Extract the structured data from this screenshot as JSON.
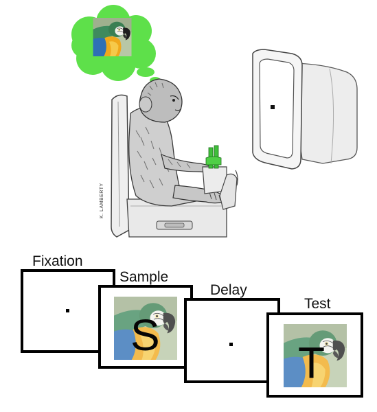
{
  "illustration": {
    "artist_signature": "K. LAMBERTY",
    "thought_bubble_color": "#5ee04a",
    "lever_color": "#3fbf3a"
  },
  "sequence": {
    "panels": [
      {
        "label": "Fixation",
        "content": "fixation-dot"
      },
      {
        "label": "Sample",
        "content": "parrot-image",
        "letter": "S"
      },
      {
        "label": "Delay",
        "content": "fixation-dot"
      },
      {
        "label": "Test",
        "content": "parrot-image",
        "letter": "T"
      }
    ]
  }
}
